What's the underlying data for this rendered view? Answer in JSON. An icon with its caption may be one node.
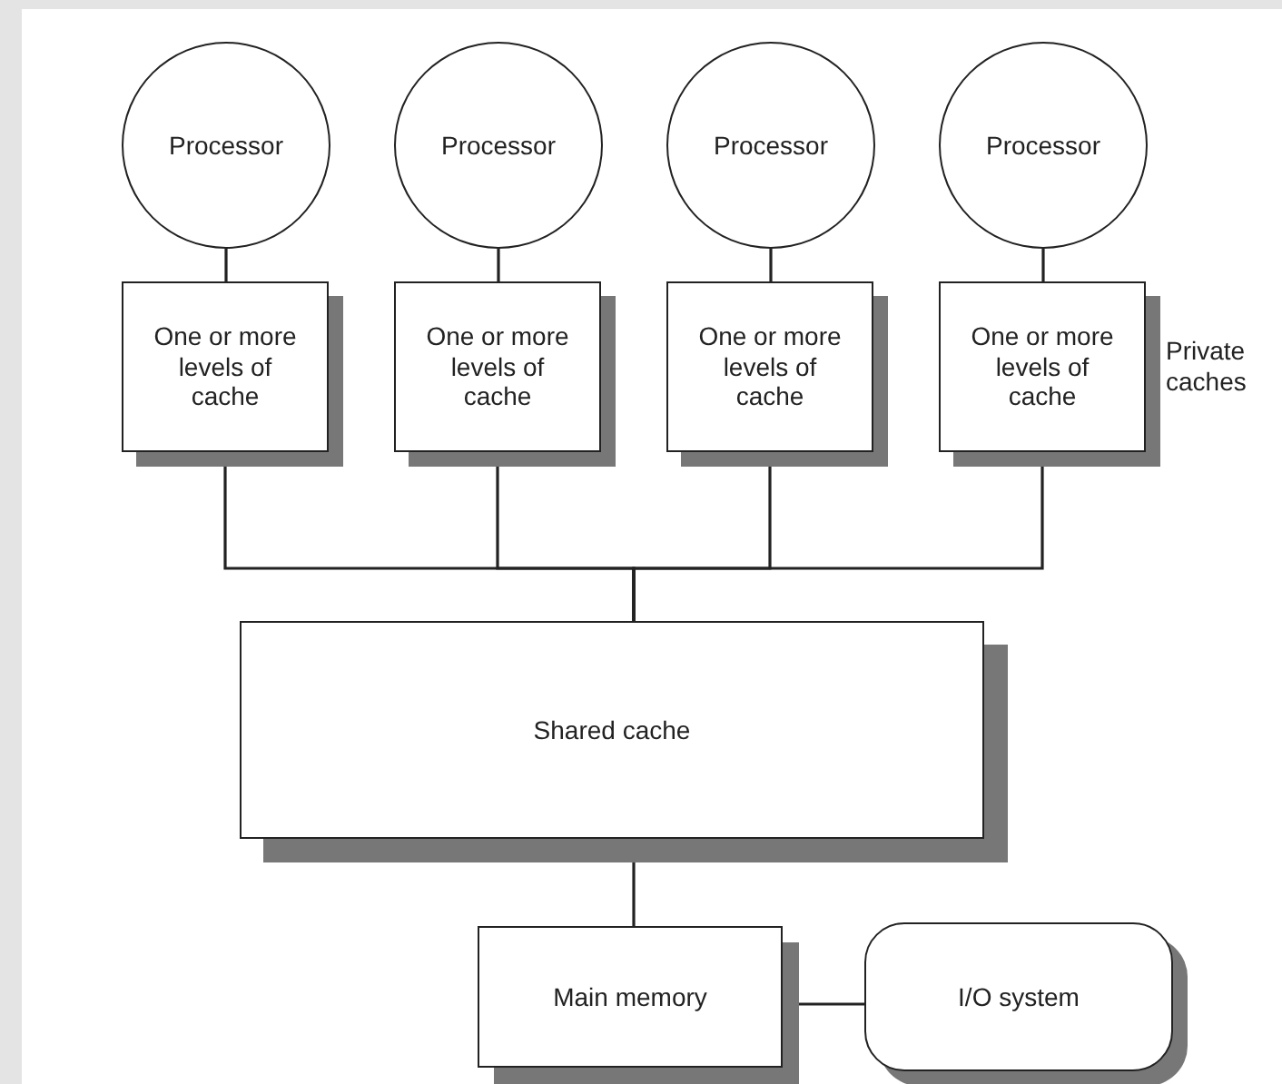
{
  "diagram": {
    "nodes": [
      {
        "text": [
          "Processor"
        ]
      },
      {
        "text": [
          "Processor"
        ]
      },
      {
        "text": [
          "Processor"
        ]
      },
      {
        "text": [
          "Processor"
        ]
      },
      {
        "text": [
          "One or more levels of cache"
        ]
      },
      {
        "text": [
          "One or more levels of cache"
        ]
      },
      {
        "text": [
          "One or more levels of cache"
        ]
      },
      {
        "text": [
          "One or more levels of cache"
        ]
      },
      {
        "text": [
          "Shared cache"
        ]
      },
      {
        "text": [
          "Main memory"
        ]
      },
      {
        "text": [
          "I/O system"
        ]
      }
    ],
    "edges": [
      {
        "from": 0,
        "to": 4,
        "arrow": "none"
      },
      {
        "from": 1,
        "to": 5,
        "arrow": "none"
      },
      {
        "from": 2,
        "to": 6,
        "arrow": "none"
      },
      {
        "from": 3,
        "to": 7,
        "arrow": "none"
      },
      {
        "from": 4,
        "to": 8,
        "arrow": "none"
      },
      {
        "from": 5,
        "to": 8,
        "arrow": "none"
      },
      {
        "from": 6,
        "to": 8,
        "arrow": "none"
      },
      {
        "from": 7,
        "to": 8,
        "arrow": "none"
      },
      {
        "from": 8,
        "to": 9,
        "arrow": "none"
      },
      {
        "from": 9,
        "to": 10,
        "arrow": "none"
      }
    ],
    "labels": [
      "Private caches"
    ]
  }
}
